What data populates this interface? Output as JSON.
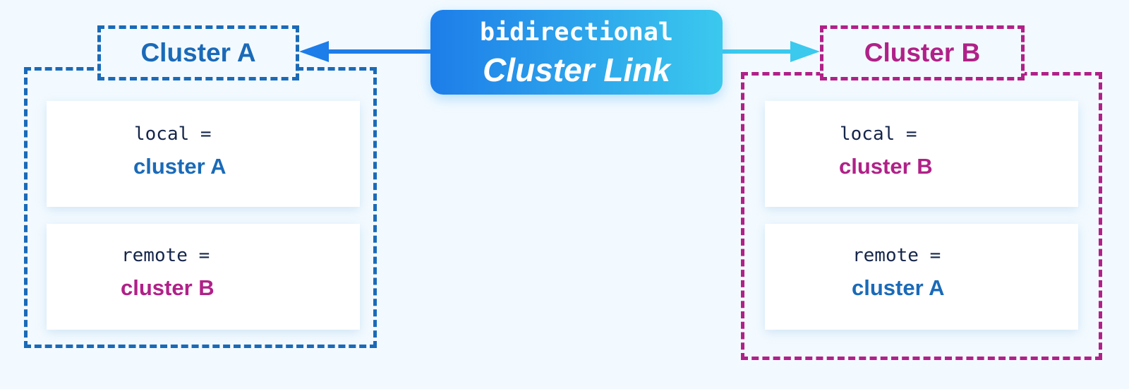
{
  "cluster_a": {
    "title": "Cluster A",
    "local_key": "local =",
    "local_value": "cluster A",
    "remote_key": "remote =",
    "remote_value": "cluster B"
  },
  "cluster_b": {
    "title": "Cluster B",
    "local_key": "local =",
    "local_value": "cluster B",
    "remote_key": "remote =",
    "remote_value": "cluster A"
  },
  "link": {
    "line1": "bidirectional",
    "line2": "Cluster Link"
  },
  "colors": {
    "cluster_a": "#1a6ab8",
    "cluster_b": "#b02188",
    "background": "#f3faff",
    "link_gradient_start": "#1d7de9",
    "link_gradient_end": "#3bc9ee"
  }
}
